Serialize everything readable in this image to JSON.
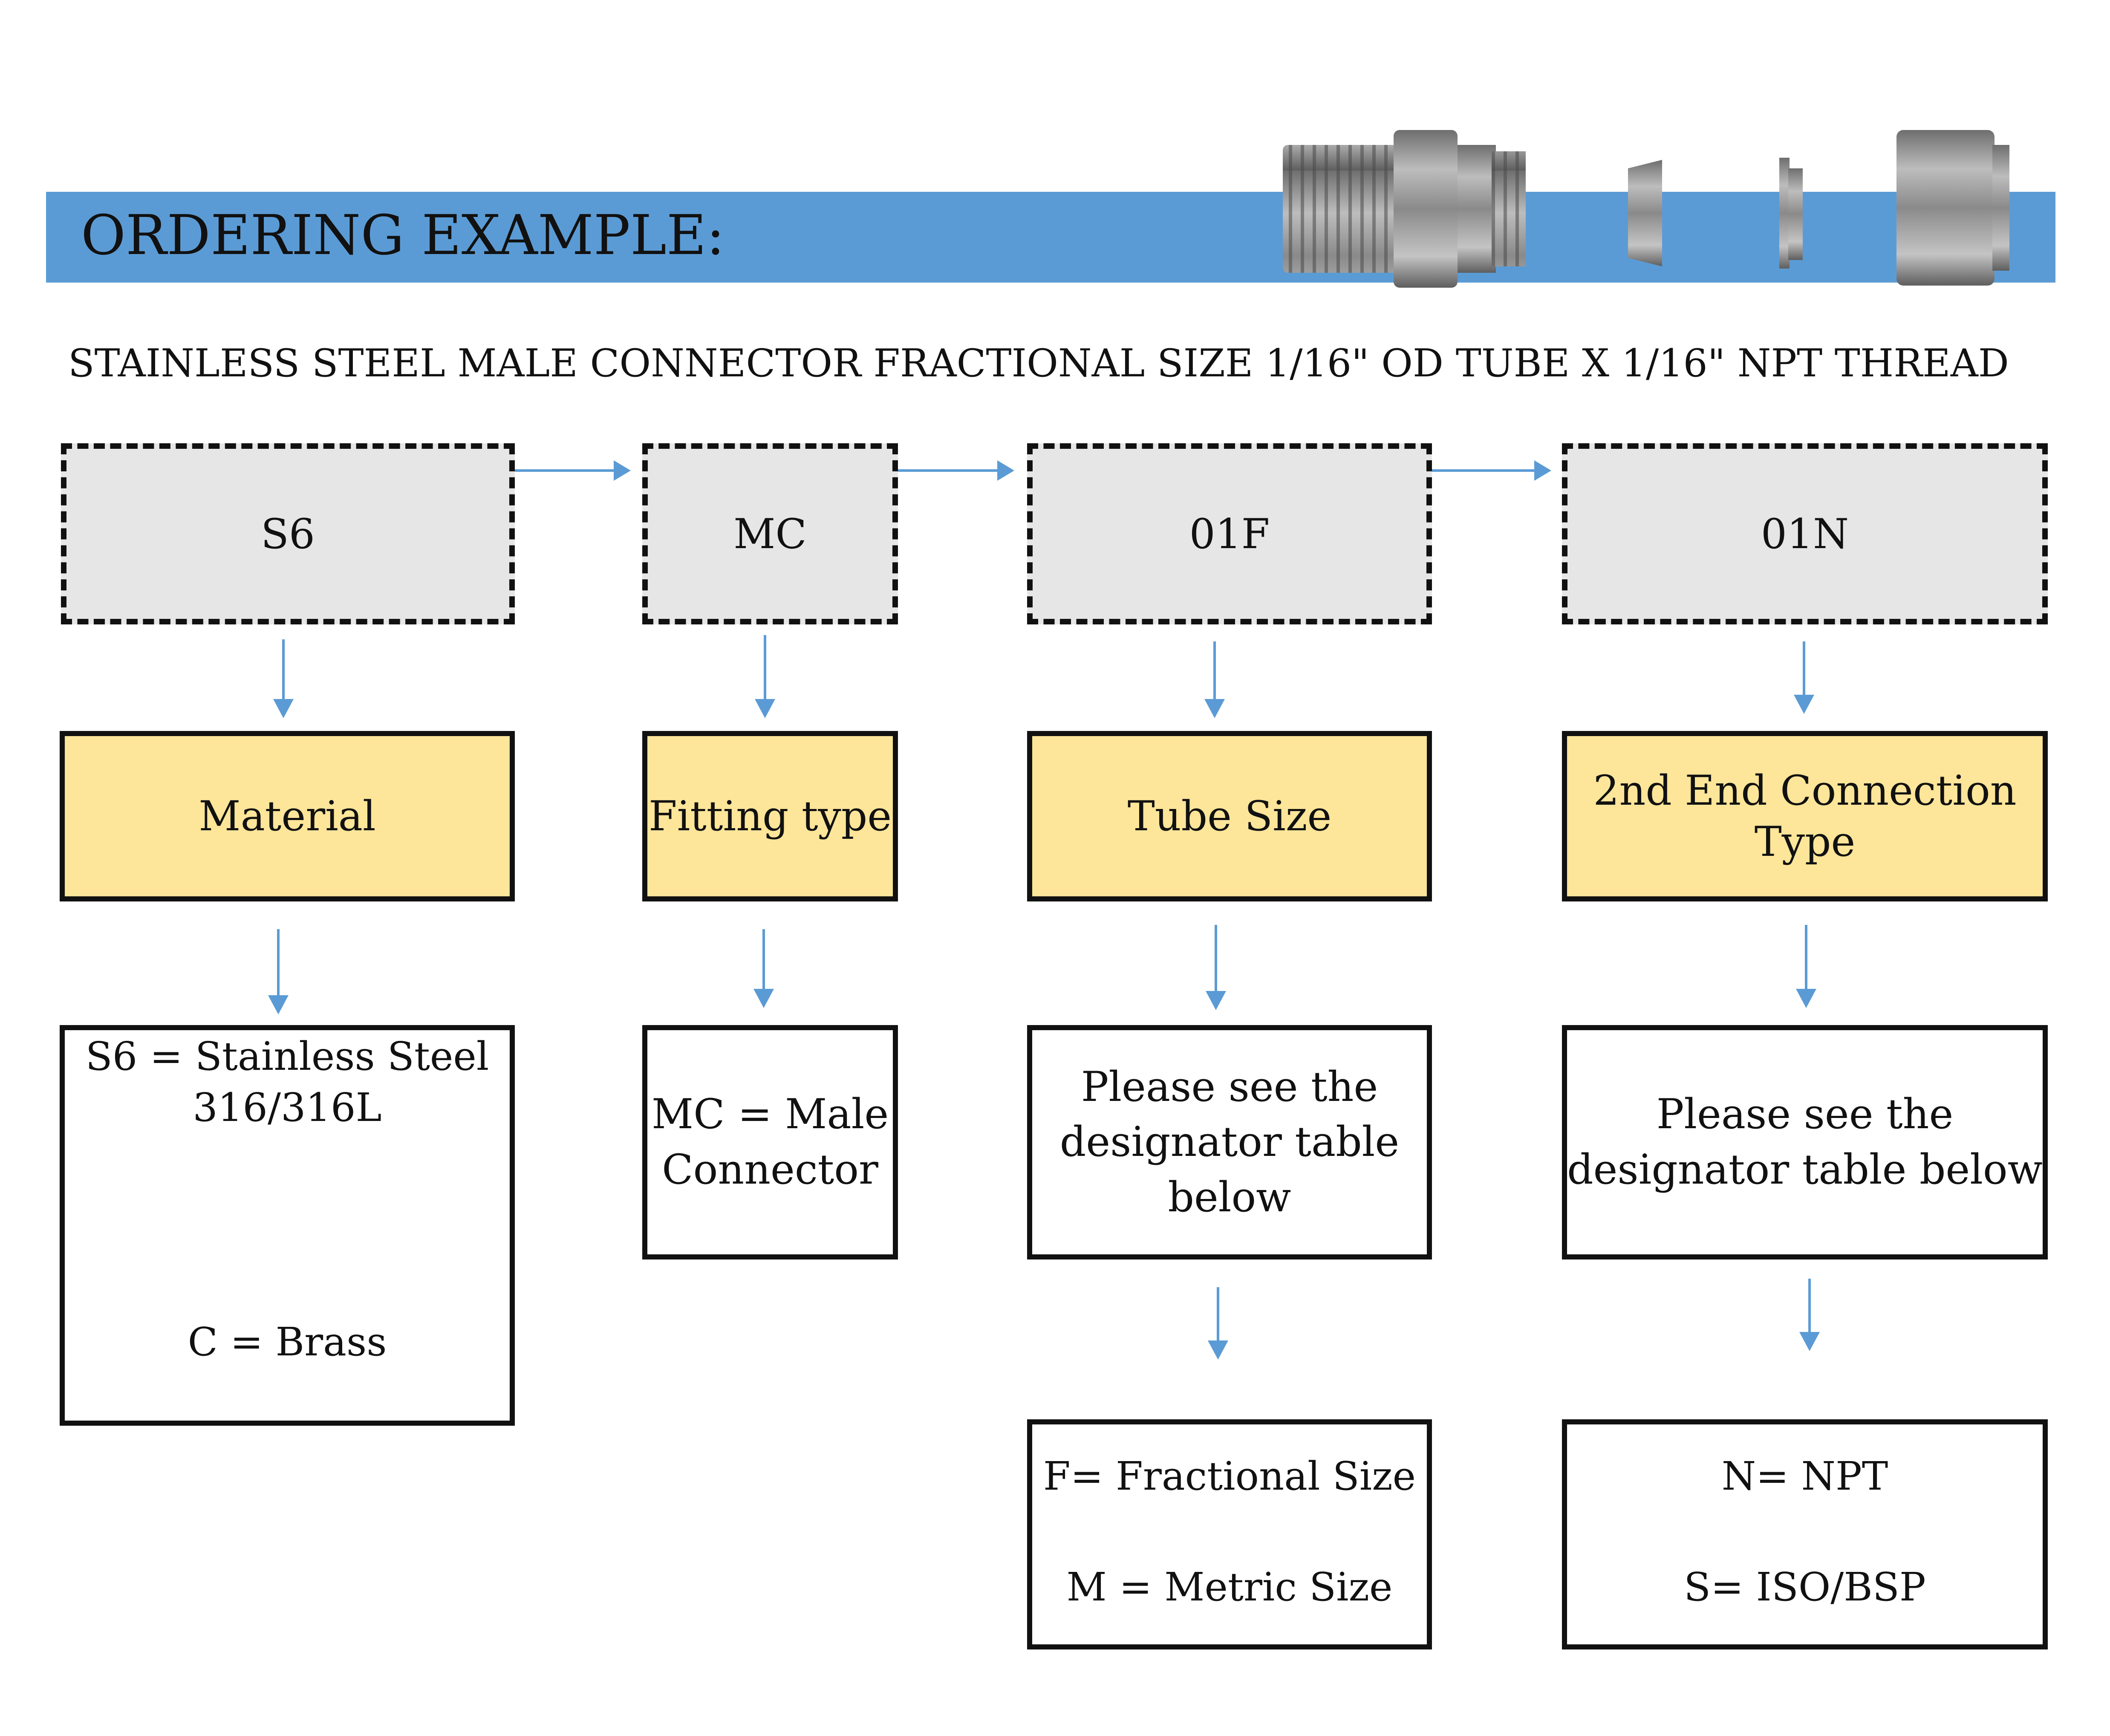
{
  "banner": {
    "title": "ORDERING EXAMPLE:",
    "color": "#5b9bd5"
  },
  "subtitle": "STAINLESS STEEL MALE CONNECTOR FRACTIONAL SIZE 1/16\" OD TUBE X 1/16\" NPT THREAD",
  "codes": [
    "S6",
    "MC",
    "01F",
    "01N"
  ],
  "categories": {
    "material": "Material",
    "fitting_type": "Fitting type",
    "tube_size": "Tube Size",
    "end_connection_line1": "2nd End Connection",
    "end_connection_line2": "Type"
  },
  "descriptions": {
    "material_line1": "S6 = Stainless Steel",
    "material_line2": "316/316L",
    "material_brass": "C = Brass",
    "fitting_line1": "MC = Male",
    "fitting_line2": "Connector",
    "tube_line1": "Please see the",
    "tube_line2": "designator table",
    "tube_line3": "below",
    "end_line1": "Please see the",
    "end_line2": "designator table below"
  },
  "options": {
    "tube_f": "F= Fractional Size",
    "tube_m": "M = Metric Size",
    "end_n": "N= NPT",
    "end_s": "S= ISO/BSP"
  },
  "colors": {
    "code_fill": "#e6e6e6",
    "category_fill": "#fde599",
    "arrow": "#5b9bd5"
  },
  "icons": [
    "fitting-body-icon",
    "front-ferrule-icon",
    "back-ferrule-icon",
    "nut-icon"
  ]
}
